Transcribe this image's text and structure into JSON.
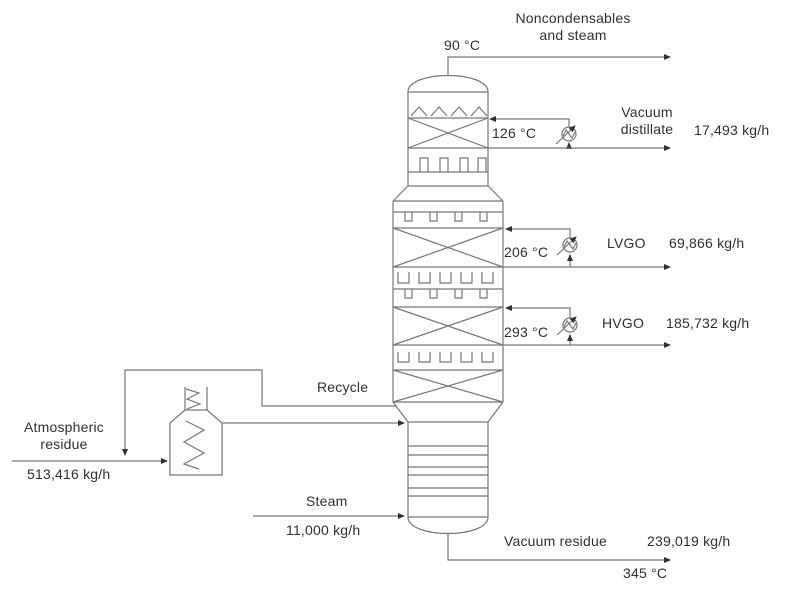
{
  "streams": {
    "overhead": {
      "temperature": "90 °C",
      "name_line1": "Noncondensables",
      "name_line2": "and steam"
    },
    "vacuum_distillate": {
      "temperature": "126 °C",
      "name_line1": "Vacuum",
      "name_line2": "distillate",
      "flow_rate": "17,493 kg/h"
    },
    "lvgo": {
      "temperature": "206 °C",
      "name": "LVGO",
      "flow_rate": "69,866 kg/h"
    },
    "hvgo": {
      "temperature": "293 °C",
      "name": "HVGO",
      "flow_rate": "185,732 kg/h"
    },
    "recycle": {
      "name": "Recycle"
    },
    "atmospheric_residue": {
      "name_line1": "Atmospheric",
      "name_line2": "residue",
      "flow_rate": "513,416 kg/h"
    },
    "steam": {
      "name": "Steam",
      "flow_rate": "11,000 kg/h"
    },
    "vacuum_residue": {
      "name": "Vacuum residue",
      "flow_rate": "239,019 kg/h",
      "temperature": "345 °C"
    }
  },
  "colors": {
    "line": "#77787b",
    "arrowhead": "#2f3136",
    "text": "#2e3038",
    "background": "#ffffff"
  }
}
